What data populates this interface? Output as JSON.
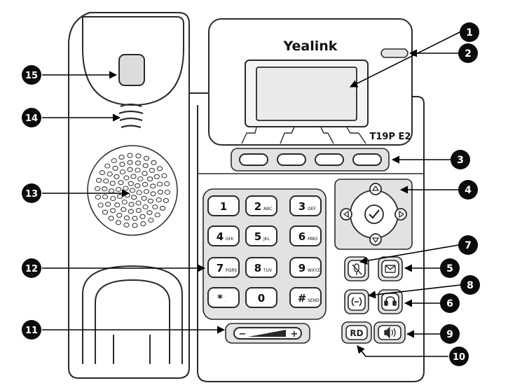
{
  "brand": "Yealink",
  "model": "T19P E2",
  "keypad": [
    {
      "digit": "1",
      "sub": "",
      "name": "key-1"
    },
    {
      "digit": "2",
      "sub": "ABC",
      "name": "key-2"
    },
    {
      "digit": "3",
      "sub": "DEF",
      "name": "key-3"
    },
    {
      "digit": "4",
      "sub": "GHI",
      "name": "key-4"
    },
    {
      "digit": "5",
      "sub": "JKL",
      "name": "key-5"
    },
    {
      "digit": "6",
      "sub": "MNO",
      "name": "key-6"
    },
    {
      "digit": "7",
      "sub": "PQRS",
      "name": "key-7"
    },
    {
      "digit": "8",
      "sub": "TUV",
      "name": "key-8"
    },
    {
      "digit": "9",
      "sub": "WXYZ",
      "name": "key-9"
    },
    {
      "digit": "*",
      "sub": ".",
      "name": "key-star"
    },
    {
      "digit": "0",
      "sub": "",
      "name": "key-0"
    },
    {
      "digit": "#",
      "sub": "SEND",
      "name": "key-hash"
    }
  ],
  "volume": {
    "minus": "−",
    "plus": "+"
  },
  "redial_label": "RD",
  "callouts": [
    "1",
    "2",
    "3",
    "4",
    "5",
    "6",
    "7",
    "8",
    "9",
    "10",
    "11",
    "12",
    "13",
    "14",
    "15"
  ],
  "colors": {
    "outline": "#2a2a2a",
    "panel": "#e2e2e2",
    "screen": "#eaeaea",
    "badge": "#0b0b0b"
  }
}
